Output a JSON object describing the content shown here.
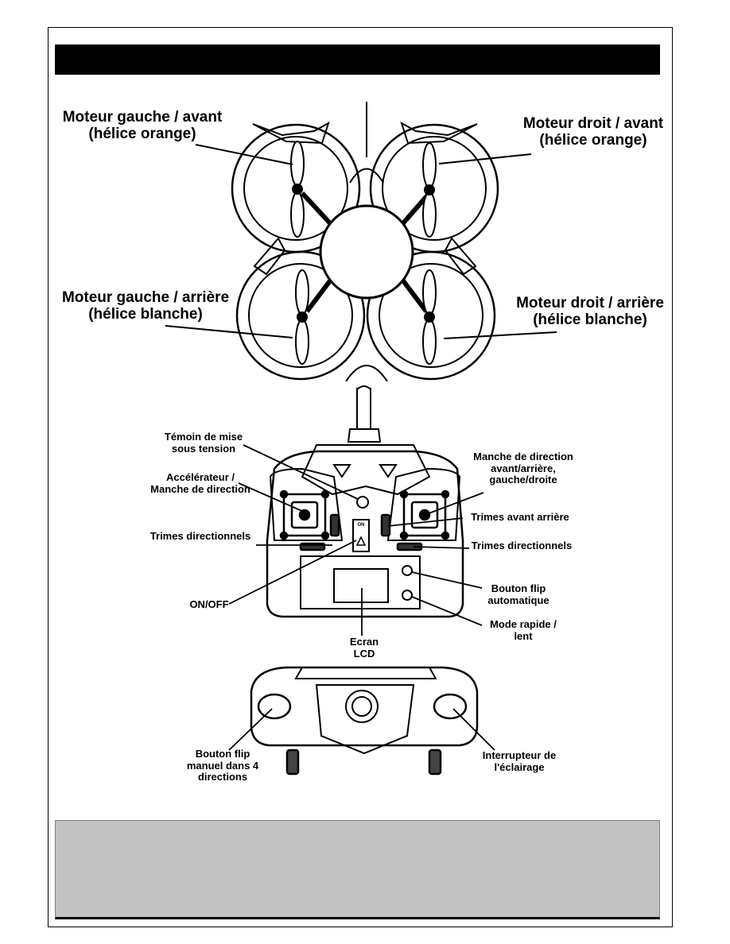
{
  "drone": {
    "front_left_motor": "Moteur gauche / avant",
    "front_left_prop": "(hélice orange)",
    "front_right_motor": "Moteur droit / avant",
    "front_right_prop": "(hélice orange)",
    "rear_left_motor": "Moteur gauche / arrière",
    "rear_left_prop": "(hélice blanche)",
    "rear_right_motor": "Moteur droit / arrière",
    "rear_right_prop": "(hélice blanche)"
  },
  "controller": {
    "power_led_1": "Témoin de mise",
    "power_led_2": "sous tension",
    "throttle_1": "Accélérateur /",
    "throttle_2": "Manche de direction",
    "trims_left": "Trimes directionnels",
    "on_off": "ON/OFF",
    "direction_stick_1": "Manche de direction",
    "direction_stick_2": "avant/arrière,",
    "direction_stick_3": "gauche/droite",
    "trims_front_rear": "Trimes avant arrière",
    "trims_right": "Trimes directionnels",
    "auto_flip_1": "Bouton flip",
    "auto_flip_2": "automatique",
    "speed_mode_1": "Mode rapide /",
    "speed_mode_2": "lent",
    "lcd_1": "Ecran",
    "lcd_2": "LCD",
    "switch_on": "ON"
  },
  "controller_top": {
    "manual_flip_1": "Bouton flip",
    "manual_flip_2": "manuel dans 4",
    "manual_flip_3": "directions",
    "light_switch_1": "Interrupteur de",
    "light_switch_2": "l'éclairage"
  }
}
